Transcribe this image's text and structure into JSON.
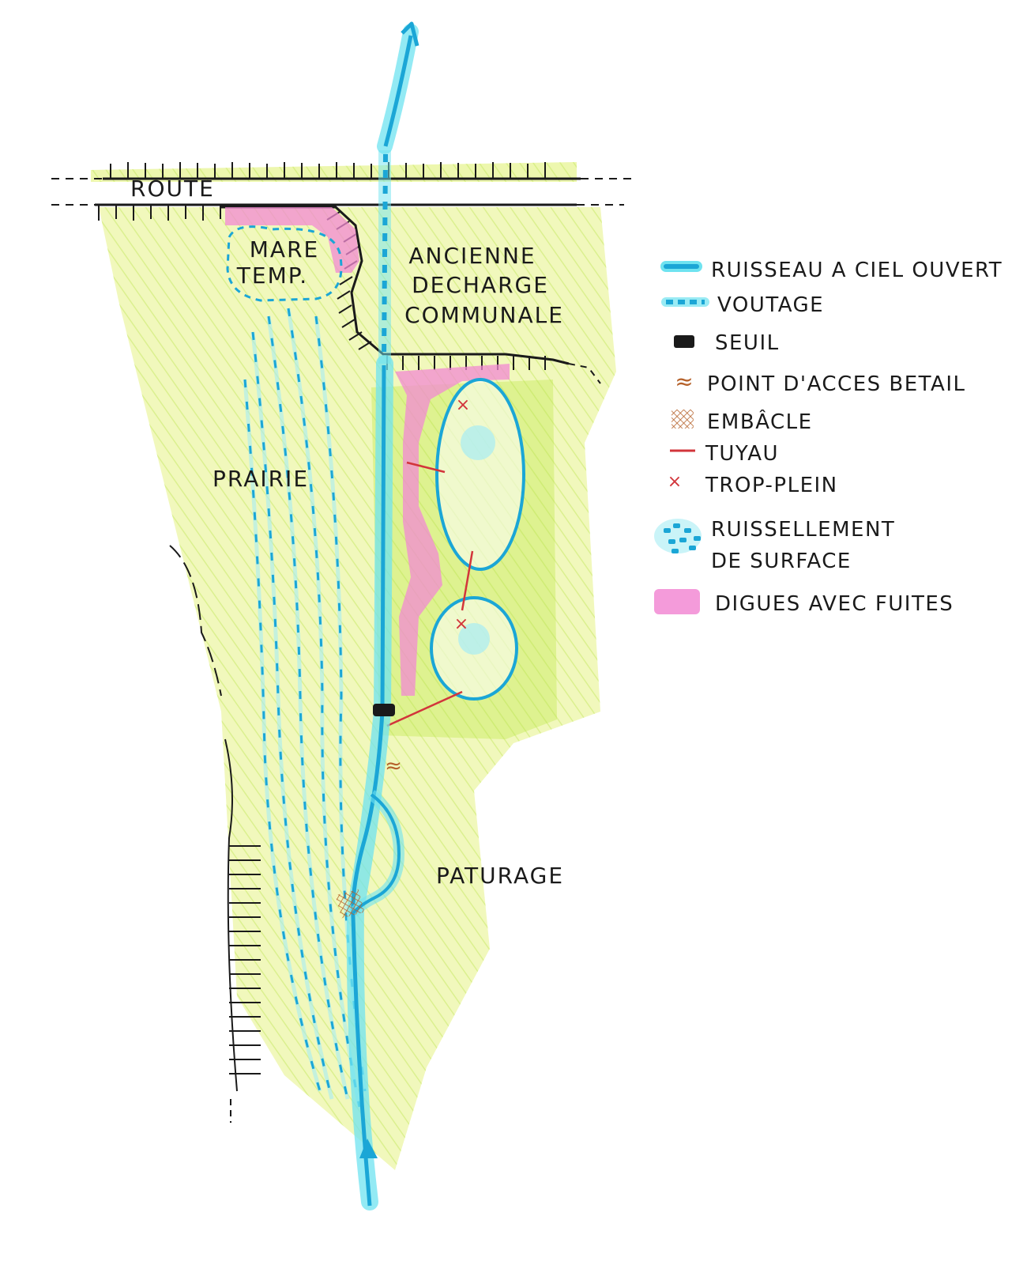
{
  "map": {
    "labels": {
      "road": "ROUTE",
      "pond_line1": "MARE",
      "pond_line2": "TEMP.",
      "dump_line1": "ANCIENNE",
      "dump_line2": "DECHARGE",
      "dump_line3": "COMMUNALE",
      "meadow": "PRAIRIE",
      "pasture": "PATURAGE"
    },
    "symbols": {
      "weir": "SEUIL",
      "livestock_access": "≈",
      "overflow": "×",
      "debris_jam": "EMBÂCLE"
    }
  },
  "legend": {
    "items": [
      {
        "label": "RUISSEAU A CIEL OUVERT",
        "icon": "solid-blue-line-icon"
      },
      {
        "label": "VOUTAGE",
        "icon": "dashed-blue-line-icon"
      },
      {
        "label": "SEUIL",
        "icon": "black-rectangle-icon"
      },
      {
        "label": "POINT D'ACCES BETAIL",
        "icon": "approx-wave-icon"
      },
      {
        "label": "EMBÂCLE",
        "icon": "crosshatch-icon"
      },
      {
        "label": "TUYAU",
        "icon": "red-line-icon"
      },
      {
        "label": "TROP-PLEIN",
        "icon": "red-cross-icon"
      },
      {
        "label": "RUISSELLEMENT",
        "icon": "cyan-dots-icon"
      },
      {
        "label": "DE SURFACE",
        "icon": ""
      },
      {
        "label": "DIGUES AVEC FUITES",
        "icon": "pink-band-icon"
      }
    ]
  },
  "colors": {
    "stream": "#1ba6d6",
    "stream_halo": "#6fe3f0",
    "grass": "#e9f59a",
    "grass_dark": "#c9ea6a",
    "dike": "#f28ad3",
    "pipe": "#d2353b",
    "debris": "#b5612a",
    "ink": "#1a1a1a"
  }
}
